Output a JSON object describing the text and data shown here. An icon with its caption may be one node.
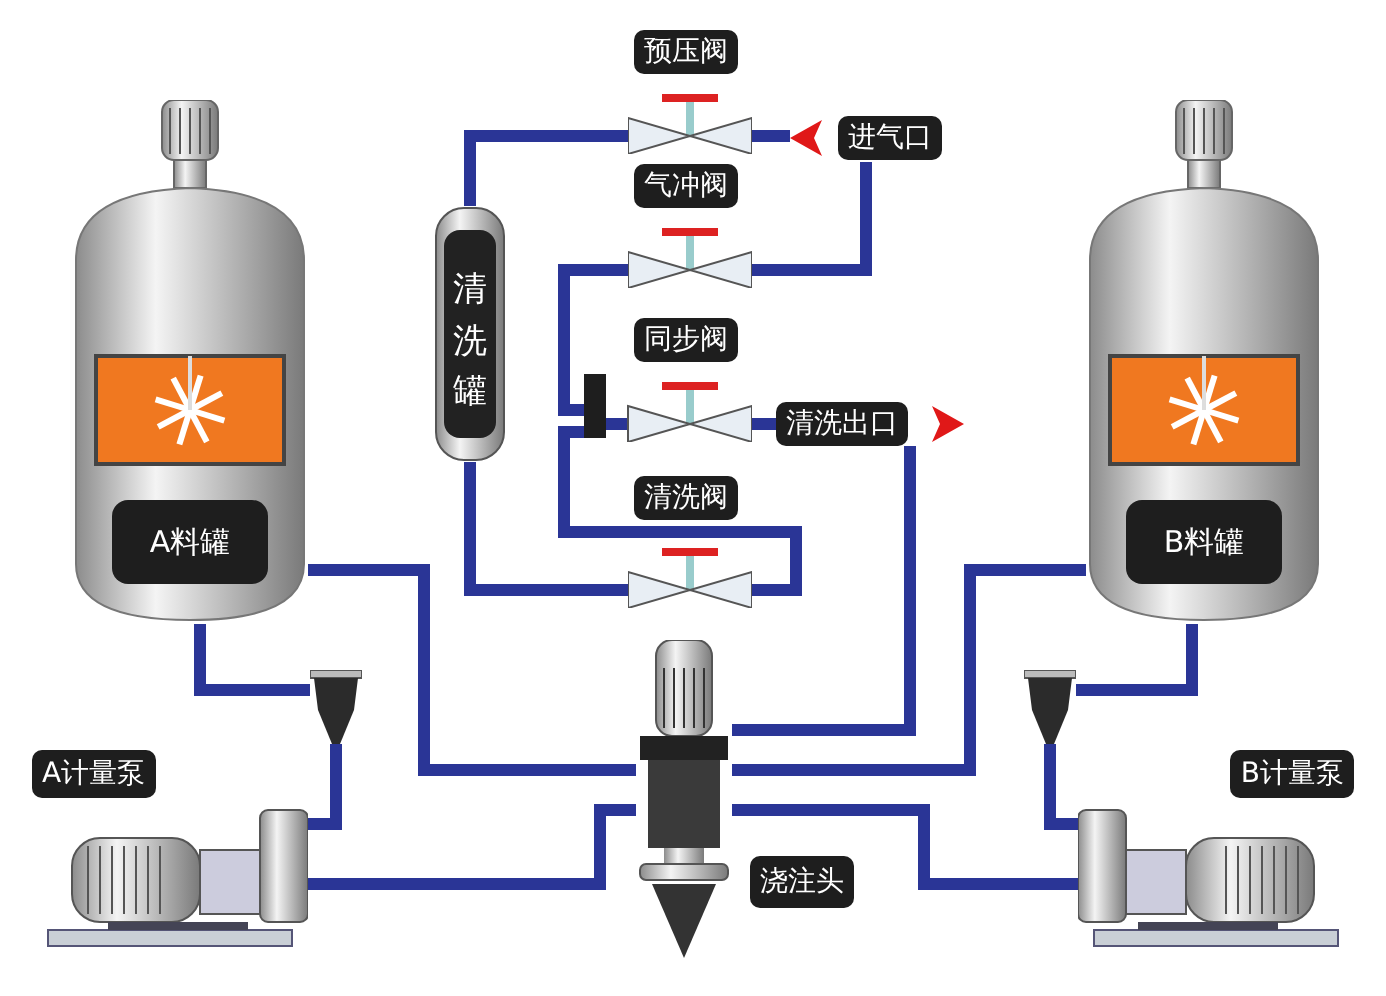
{
  "diagram": {
    "nodes": [
      {
        "text": [
          "A料罐"
        ]
      },
      {
        "text": [
          "B料罐"
        ]
      },
      {
        "text": [
          "清洗罐"
        ]
      },
      {
        "text": [
          "预压阀"
        ]
      },
      {
        "text": [
          "气冲阀"
        ]
      },
      {
        "text": [
          "同步阀"
        ]
      },
      {
        "text": [
          "清洗阀"
        ]
      },
      {
        "text": [
          "进气口"
        ]
      },
      {
        "text": [
          "清洗出口"
        ]
      },
      {
        "text": [
          "A计量泵"
        ]
      },
      {
        "text": [
          "B计量泵"
        ]
      },
      {
        "text": [],
        "shape": "picture",
        "beside": [
          "浇注头"
        ]
      },
      {
        "text": [],
        "shape": "picture"
      },
      {
        "text": [],
        "shape": "picture"
      }
    ],
    "edges": [
      {
        "from": 2,
        "to": 3,
        "arrow": "none"
      },
      {
        "from": 3,
        "to": 7,
        "arrow": "none"
      },
      {
        "from": 7,
        "to": 4,
        "arrow": "none"
      },
      {
        "from": 4,
        "to": 5,
        "arrow": "none"
      },
      {
        "from": 6,
        "to": 5,
        "arrow": "none"
      },
      {
        "from": 2,
        "to": 6,
        "arrow": "none"
      },
      {
        "from": 5,
        "to": 8,
        "arrow": "none"
      },
      {
        "from": 8,
        "to": 11,
        "arrow": "none"
      },
      {
        "from": 0,
        "to": 12,
        "arrow": "none"
      },
      {
        "from": 12,
        "to": 9,
        "arrow": "none"
      },
      {
        "from": 9,
        "to": 11,
        "arrow": "none"
      },
      {
        "from": 0,
        "to": 11,
        "arrow": "none"
      },
      {
        "from": 1,
        "to": 13,
        "arrow": "none"
      },
      {
        "from": 13,
        "to": 10,
        "arrow": "none"
      },
      {
        "from": 10,
        "to": 11,
        "arrow": "none"
      },
      {
        "from": 1,
        "to": 11,
        "arrow": "none"
      }
    ]
  }
}
